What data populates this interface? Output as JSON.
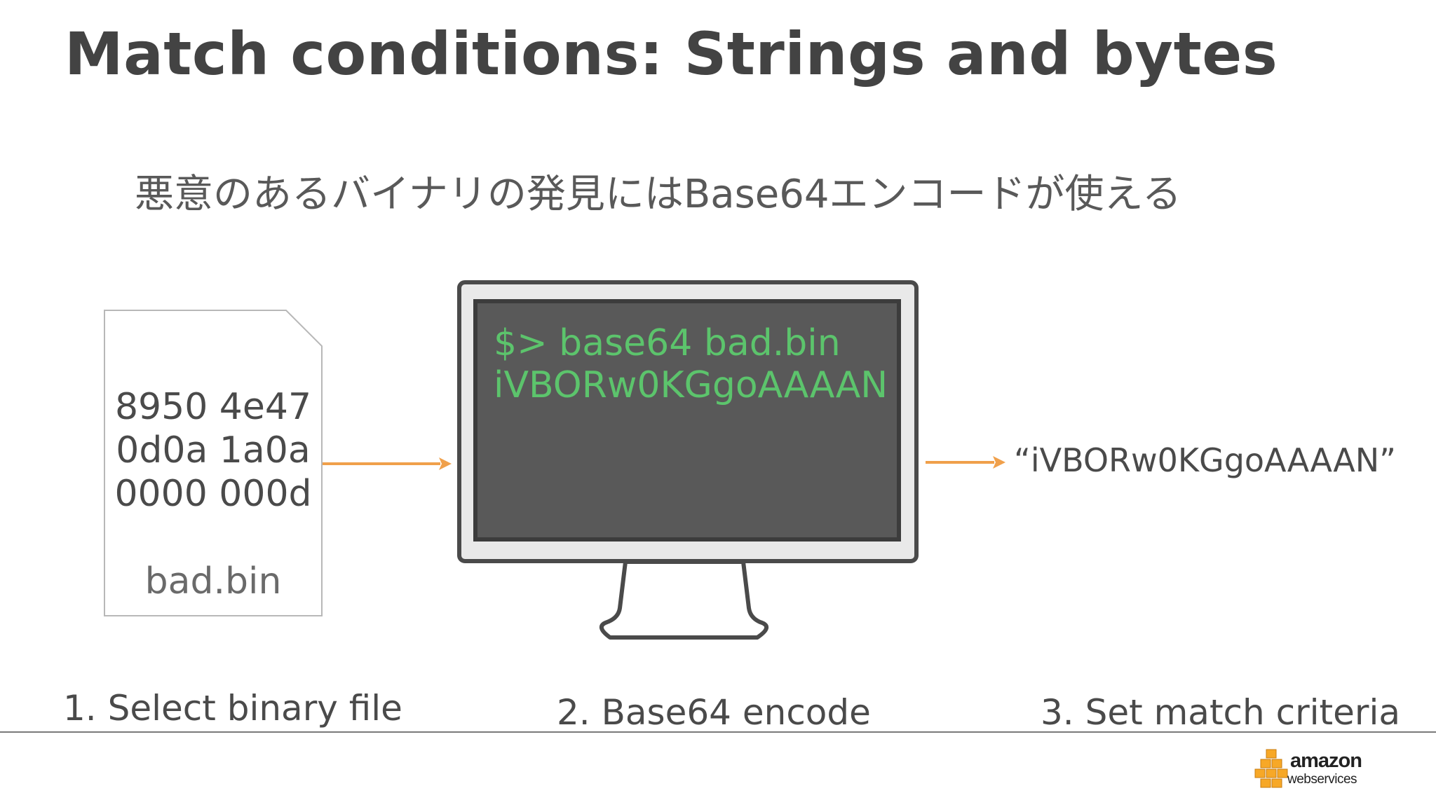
{
  "slide": {
    "title": "Match conditions: Strings and bytes",
    "subtitle": "悪意のあるバイナリの発見にはBase64エンコードが使える"
  },
  "file": {
    "hex_lines": [
      "8950 4e47",
      "0d0a 1a0a",
      "0000 000d"
    ],
    "name": "bad.bin"
  },
  "terminal": {
    "command": "$> base64 bad.bin",
    "output": "iVBORw0KGgoAAAAN"
  },
  "result": {
    "string": "“iVBORw0KGgoAAAAN”"
  },
  "steps": [
    {
      "label": "1. Select binary file"
    },
    {
      "label": "2. Base64 encode"
    },
    {
      "label": "3. Set match criteria"
    }
  ],
  "logo": {
    "word1": "amazon",
    "word2": "webservices"
  },
  "colors": {
    "title": "#434343",
    "terminal_text": "#5cc46c",
    "arrow": "#f0a04b",
    "screen": "#595959",
    "aws_orange": "#f7a827"
  }
}
